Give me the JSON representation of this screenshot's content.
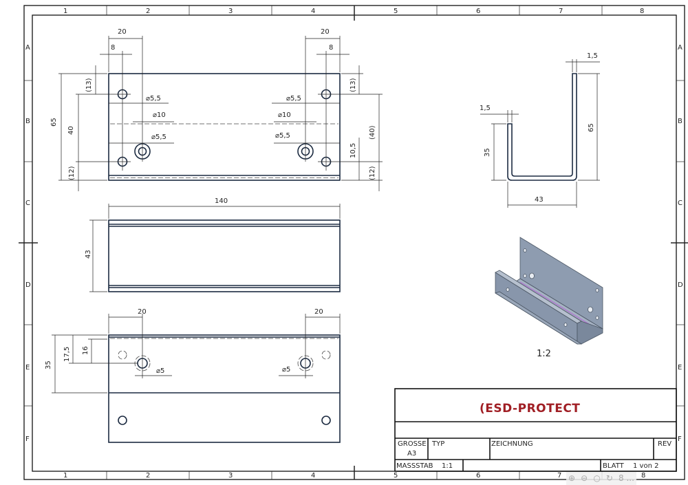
{
  "frame": {
    "columns": [
      "1",
      "2",
      "3",
      "4",
      "5",
      "6",
      "7",
      "8"
    ],
    "rows": [
      "A",
      "B",
      "C",
      "D",
      "E",
      "F"
    ]
  },
  "title_block": {
    "logo": "(ESD-PROTECT",
    "size_label": "GROSSE",
    "size_value": "A3",
    "type_label": "TYP",
    "drawing_label": "ZEICHNUNG",
    "rev_label": "REV",
    "scale_label": "MASSSTAB",
    "scale_value": "1:1",
    "sheet_label": "BLATT",
    "sheet_value": "1 von 2"
  },
  "dims": {
    "top": {
      "w20a": "20",
      "w8a": "8",
      "w20b": "20",
      "w8b": "8",
      "h65": "65",
      "h40": "40",
      "h13a": "(13)",
      "h12a": "(12)",
      "h13b": "(13)",
      "h40b": "(40)",
      "h12b": "(12)",
      "h105": "10,5",
      "d55a": "⌀5,5",
      "d10a": "⌀10",
      "d55b": "⌀5,5",
      "d55c": "⌀5,5",
      "d10b": "⌀10",
      "d55d": "⌀5,5"
    },
    "front": {
      "w140": "140",
      "h43": "43"
    },
    "bottom": {
      "w20a": "20",
      "w20b": "20",
      "h35": "35",
      "h175": "17,5",
      "h16": "16",
      "d5a": "⌀5",
      "d5b": "⌀5"
    },
    "profile": {
      "t15a": "1,5",
      "t15b": "1,5",
      "h65": "65",
      "h35": "35",
      "w43": "43"
    },
    "iso_scale": "1:2"
  },
  "toolbar": {
    "icons": [
      "zoom-in-icon",
      "zoom-out-icon",
      "zoom-fit-icon",
      "rotate-icon"
    ],
    "page_label": "8 ..."
  },
  "colors": {
    "logo": "#a01e24",
    "part_line": "#1b2a40",
    "iso_fill": "#8e9cb0",
    "bend_line": "#b070d0"
  }
}
